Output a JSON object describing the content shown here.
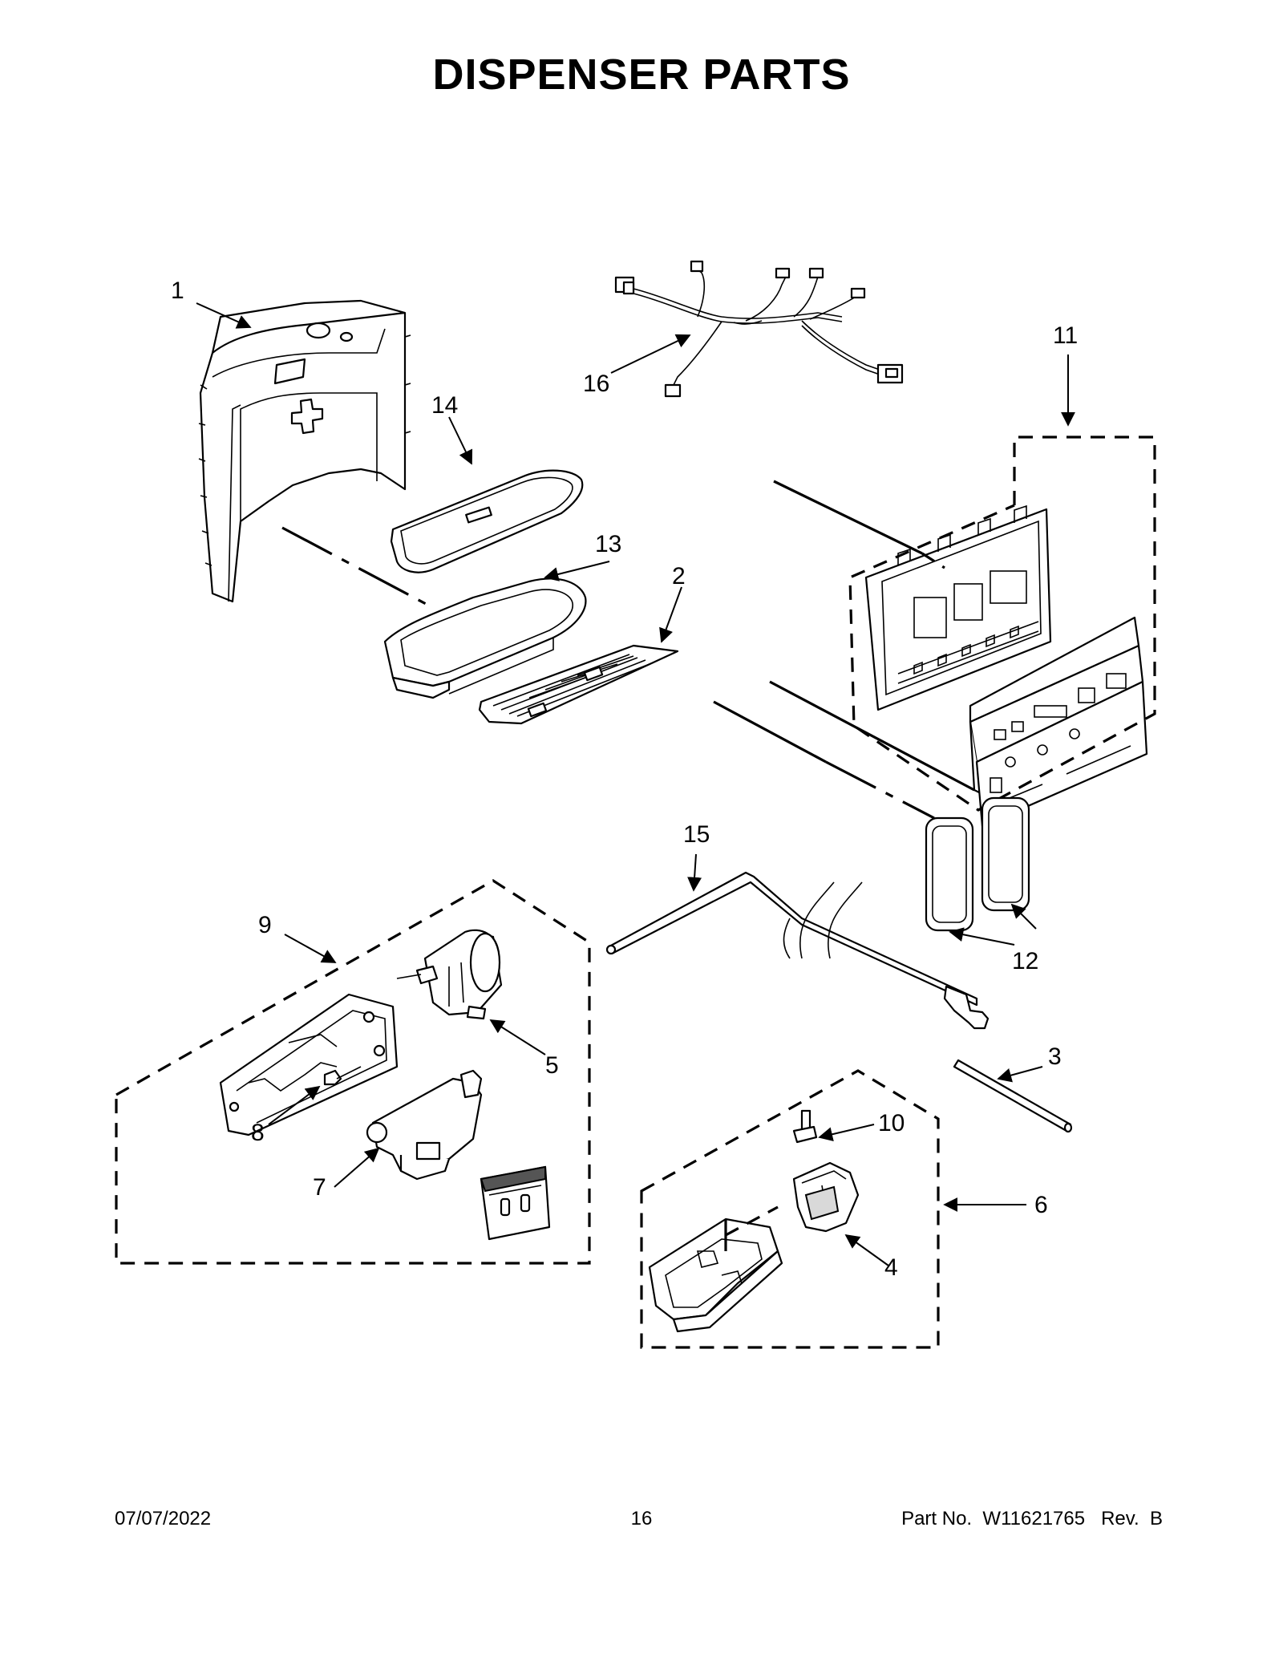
{
  "title": "DISPENSER PARTS",
  "callouts": [
    {
      "id": "1",
      "label": "1"
    },
    {
      "id": "2",
      "label": "2"
    },
    {
      "id": "3",
      "label": "3"
    },
    {
      "id": "4",
      "label": "4"
    },
    {
      "id": "5",
      "label": "5"
    },
    {
      "id": "6",
      "label": "6"
    },
    {
      "id": "7",
      "label": "7"
    },
    {
      "id": "8",
      "label": "8"
    },
    {
      "id": "9",
      "label": "9"
    },
    {
      "id": "10",
      "label": "10"
    },
    {
      "id": "11",
      "label": "11"
    },
    {
      "id": "12",
      "label": "12"
    },
    {
      "id": "13",
      "label": "13"
    },
    {
      "id": "14",
      "label": "14"
    },
    {
      "id": "15",
      "label": "15"
    },
    {
      "id": "16",
      "label": "16"
    }
  ],
  "footer": {
    "date": "07/07/2022",
    "page": "16",
    "part_number": "Part No.  W11621765   Rev.  B"
  }
}
